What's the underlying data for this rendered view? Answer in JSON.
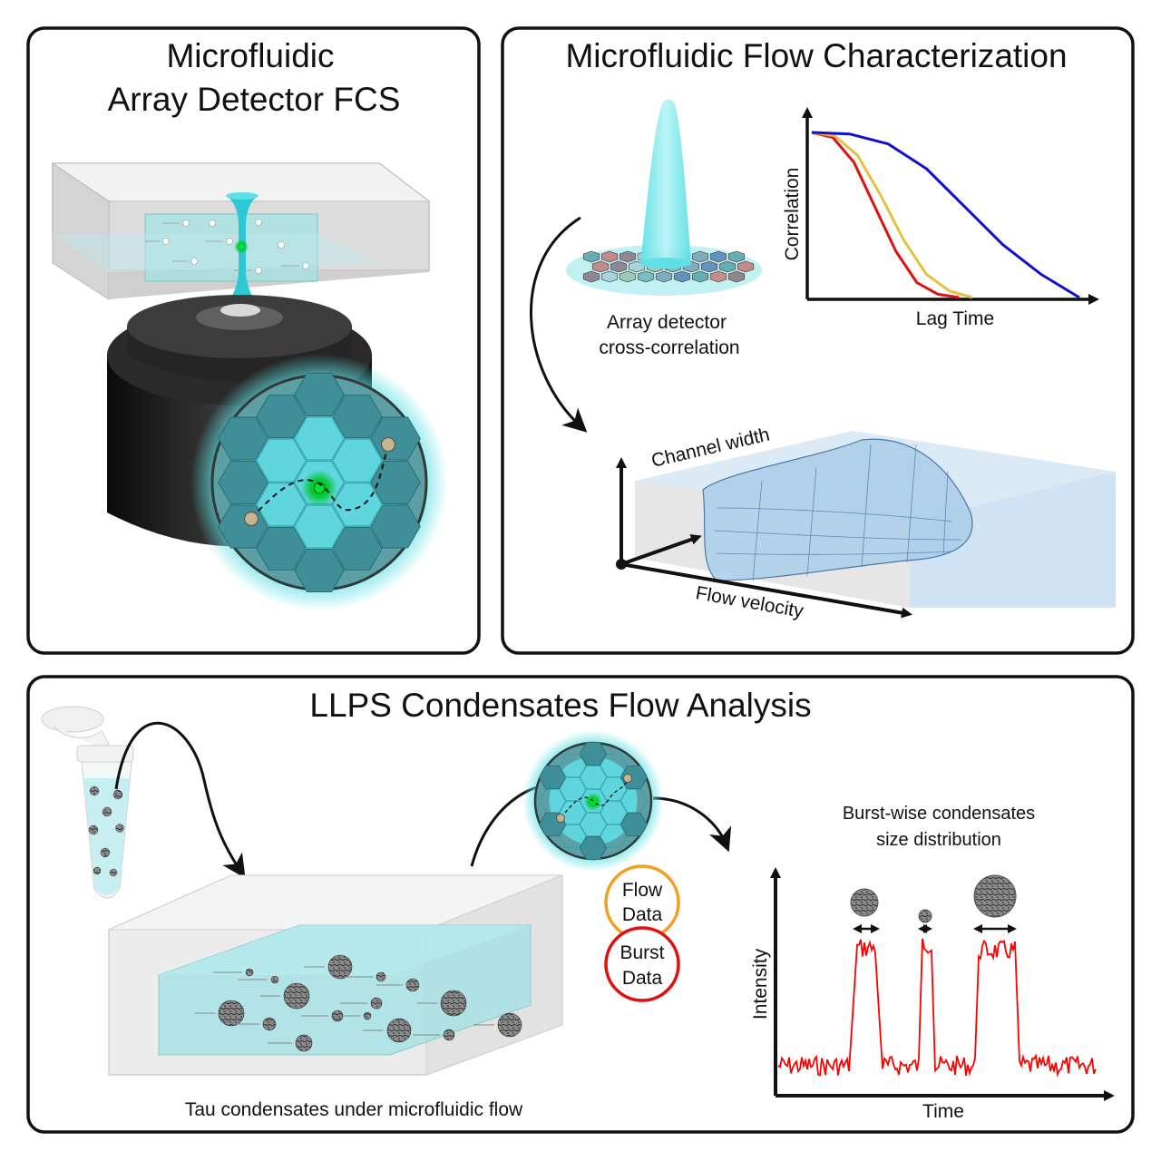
{
  "panels": {
    "top_left": {
      "title_line1": "Microfluidic",
      "title_line2": "Array Detector FCS"
    },
    "top_right": {
      "title": "Microfluidic Flow Characterization",
      "detector_caption_line1": "Array detector",
      "detector_caption_line2": "cross-correlation",
      "plot_ylabel": "Correlation",
      "plot_xlabel": "Lag Time",
      "axis_channel_width": "Channel width",
      "axis_flow_velocity": "Flow velocity"
    },
    "bottom": {
      "title": "LLPS Condensates Flow Analysis",
      "flow_label_line1": "Flow",
      "flow_label_line2": "Data",
      "burst_label_line1": "Burst",
      "burst_label_line2": "Data",
      "channel_caption": "Tau condensates under microfluidic flow",
      "burst_title_line1": "Burst-wise condensates",
      "burst_title_line2": "size distribution",
      "trace_ylabel": "Intensity",
      "trace_xlabel": "Time"
    }
  },
  "colors": {
    "cyan": "#5ee0e6",
    "hex_dark": "#3f8f98",
    "objective": "#1c1c1c",
    "curve_red": "#e01010",
    "curve_yellow": "#e6c040",
    "curve_blue": "#1010d0",
    "flow_ring": "#f0a020",
    "burst_ring": "#e01010",
    "trace": "#ff0000"
  },
  "chart_data": {
    "type": "line",
    "ylabel": "Correlation",
    "xlabel": "Lag Time",
    "series": [
      {
        "color": "red",
        "values": [
          1.0,
          0.97,
          0.82,
          0.55,
          0.28,
          0.09,
          0.02,
          0.0
        ]
      },
      {
        "color": "yellow",
        "values": [
          1.0,
          0.98,
          0.86,
          0.62,
          0.35,
          0.14,
          0.04,
          0.0
        ]
      },
      {
        "color": "blue",
        "values": [
          1.0,
          0.99,
          0.93,
          0.78,
          0.55,
          0.32,
          0.14,
          0.0
        ]
      }
    ]
  }
}
